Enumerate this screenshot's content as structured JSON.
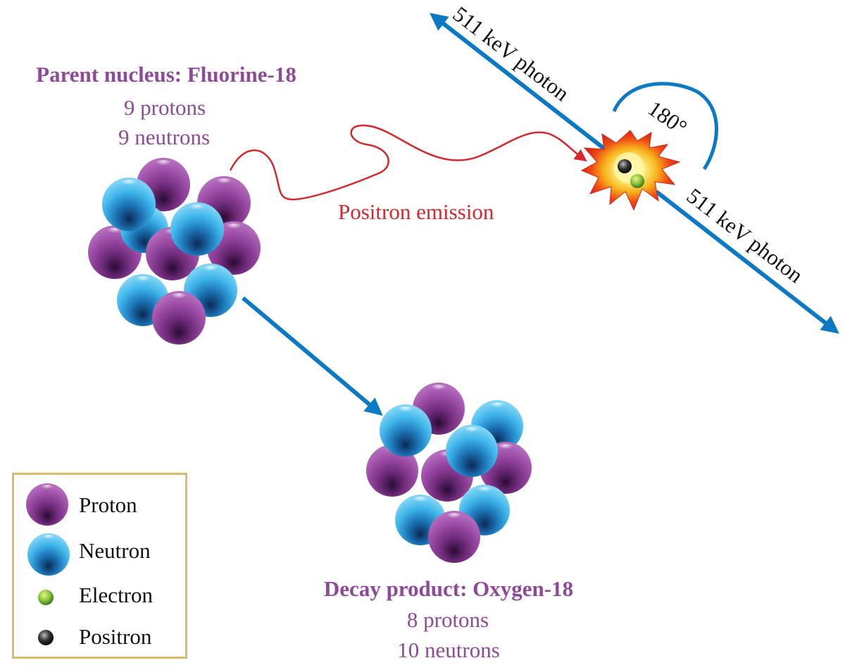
{
  "parent": {
    "title": "Parent nucleus: Fluorine-18",
    "protons": "9 protons",
    "neutrons": "9 neutrons"
  },
  "product": {
    "title": "Decay product: Oxygen-18",
    "protons": "8 protons",
    "neutrons": "10 neutrons"
  },
  "emission_label": "Positron emission",
  "photon_top_label": "511 keV photon",
  "photon_bottom_label": "511 keV photon",
  "angle_label": "180°",
  "legend": {
    "items": [
      {
        "label": "Proton",
        "icon": "proton-sphere"
      },
      {
        "label": "Neutron",
        "icon": "neutron-sphere"
      },
      {
        "label": "Electron",
        "icon": "electron-dot"
      },
      {
        "label": "Positron",
        "icon": "positron-dot"
      }
    ]
  },
  "colors": {
    "proton": "#8b3d93",
    "neutron": "#2aa6e0",
    "electron": "#7bbf2a",
    "positron": "#222222",
    "arrow": "#0b79c4",
    "wave": "#d7262e",
    "label_purple": "#8e4a98",
    "legend_border": "#dbb96e"
  }
}
